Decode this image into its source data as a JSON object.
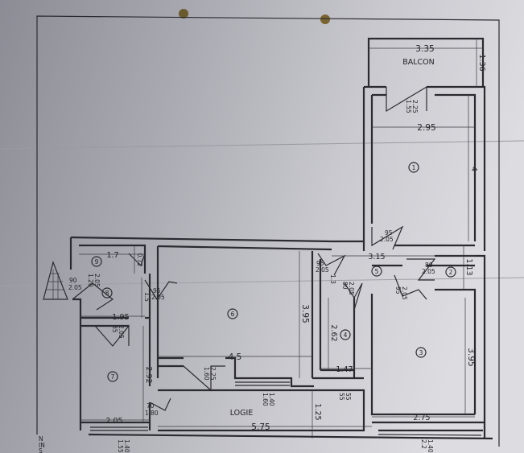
{
  "plan": {
    "balcony_label": "BALCON",
    "loggia_label": "LOGIE",
    "corner_text_1": "N",
    "corner_text_2": "IN",
    "corner_text_3": "S",
    "colors": {
      "paper_light": "#d9d9df",
      "paper_shadow": "#8c8c95",
      "ink": "#2a2a30"
    }
  },
  "rooms": [
    {
      "number": "1"
    },
    {
      "number": "2"
    },
    {
      "number": "3"
    },
    {
      "number": "4"
    },
    {
      "number": "5"
    },
    {
      "number": "6"
    },
    {
      "number": "7"
    },
    {
      "number": "8"
    },
    {
      "number": "9"
    }
  ],
  "dimensions": [
    {
      "value": "3.35"
    },
    {
      "value": "1.36"
    },
    {
      "value": "2.95"
    },
    {
      "value": "4"
    },
    {
      "value": "3.15"
    },
    {
      "value": "1.13"
    },
    {
      "value": "1.7"
    },
    {
      "value": "0.72"
    },
    {
      "value": "1.5"
    },
    {
      "value": "1.95"
    },
    {
      "value": "2.92"
    },
    {
      "value": "2.05"
    },
    {
      "value": "3.95"
    },
    {
      "value": "2.62"
    },
    {
      "value": "1.47"
    },
    {
      "value": "4.5"
    },
    {
      "value": "3.95"
    },
    {
      "value": "2.75"
    },
    {
      "value": "5.75"
    },
    {
      "value": "1.25"
    }
  ],
  "openings": [
    {
      "w": "1.55",
      "h": "2.25"
    },
    {
      "w": "95",
      "h": "2.05"
    },
    {
      "w": "95",
      "h": "2.05"
    },
    {
      "w": "80",
      "h": "2.05"
    },
    {
      "w": "95",
      "h": "2.05"
    },
    {
      "w": "80",
      "h": "2.05"
    },
    {
      "w": "90",
      "h": "2.05"
    },
    {
      "w": "1.20",
      "h": "2.05"
    },
    {
      "w": "95",
      "h": "2.05"
    },
    {
      "w": "85",
      "h": "2.05"
    },
    {
      "w": "1.60",
      "h": "2.25"
    },
    {
      "w": "1.60",
      "h": "1.40"
    },
    {
      "w": "55",
      "h": "55"
    },
    {
      "w": "70",
      "h": "1.80"
    },
    {
      "w": "1.55",
      "h": "1.40"
    },
    {
      "w": "2.2",
      "h": "1.40"
    },
    {
      "w": "1.3",
      "h": ""
    }
  ]
}
